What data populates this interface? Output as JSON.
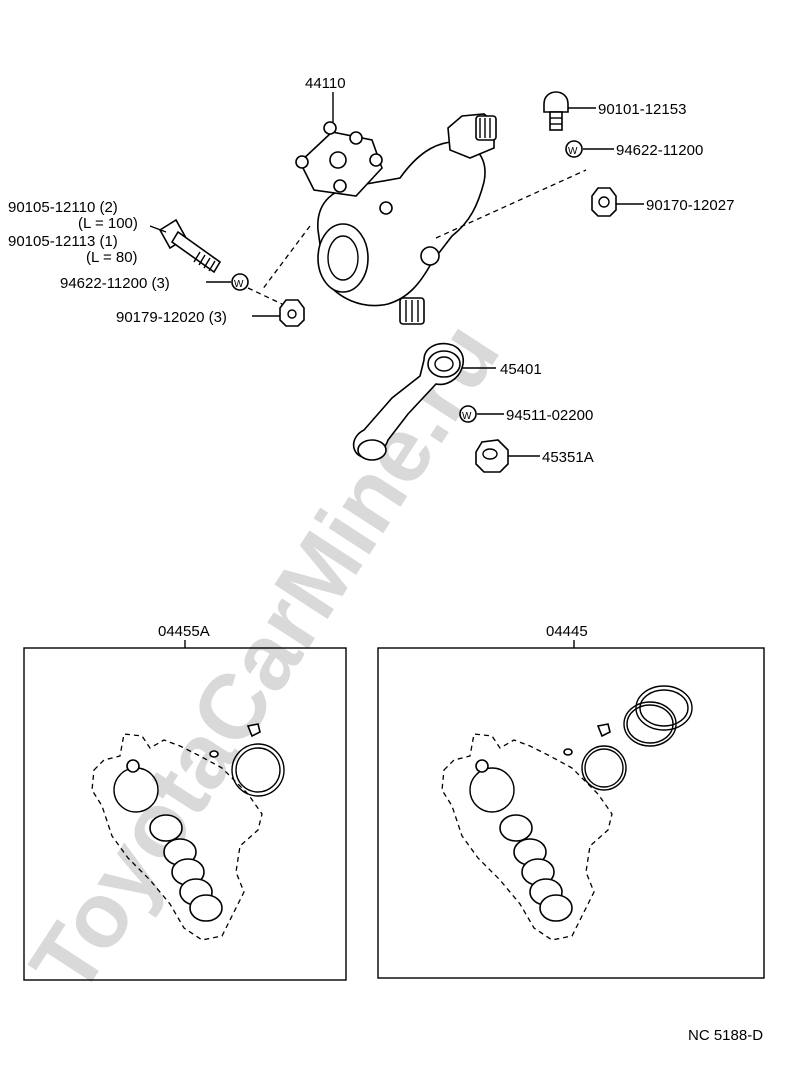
{
  "watermark": "ToyotaCarMine.ru",
  "drawing_code": "NC 5188-D",
  "parts": {
    "gear_housing": "44110",
    "plug": "90101-12153",
    "washer_top": "94622-11200",
    "nut_top": "90170-12027",
    "bolt_a": "90105-12110 (2)",
    "bolt_a_len": "(L = 100)",
    "bolt_b": "90105-12113 (1)",
    "bolt_b_len": "(L = 80)",
    "washer_bolts": "94622-11200 (3)",
    "nut_bolts": "90179-12020 (3)",
    "pitman_arm": "45401",
    "washer_arm": "94511-02200",
    "nut_arm": "45351A"
  },
  "kits": [
    {
      "code": "04455A"
    },
    {
      "code": "04445"
    }
  ],
  "washer_mark": "W"
}
